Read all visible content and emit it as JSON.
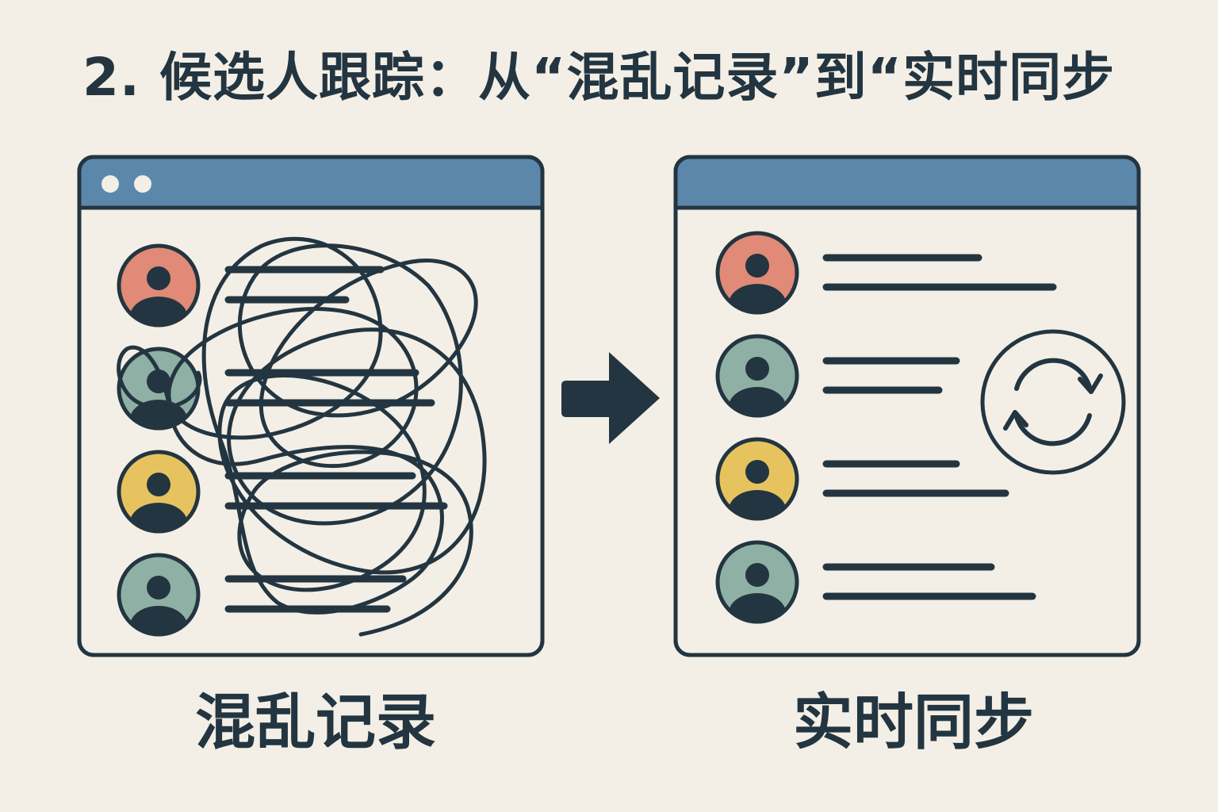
{
  "title": "2. 候选人跟踪：从“混乱记录”到“实时同步",
  "panels": {
    "before": {
      "label": "混乱记录",
      "candidates": [
        {
          "color": "#e08a77"
        },
        {
          "color": "#8fb0a5"
        },
        {
          "color": "#e6c35f"
        },
        {
          "color": "#8fb0a5"
        }
      ]
    },
    "after": {
      "label": "实时同步",
      "candidates": [
        {
          "color": "#e08a77"
        },
        {
          "color": "#8fb0a5"
        },
        {
          "color": "#e6c35f"
        },
        {
          "color": "#8fb0a5"
        }
      ],
      "icon": "sync-icon"
    }
  },
  "arrow_icon": "arrow-right-icon",
  "colors": {
    "ink": "#233540",
    "titlebar": "#5b88aa",
    "background": "#f3efe6"
  }
}
